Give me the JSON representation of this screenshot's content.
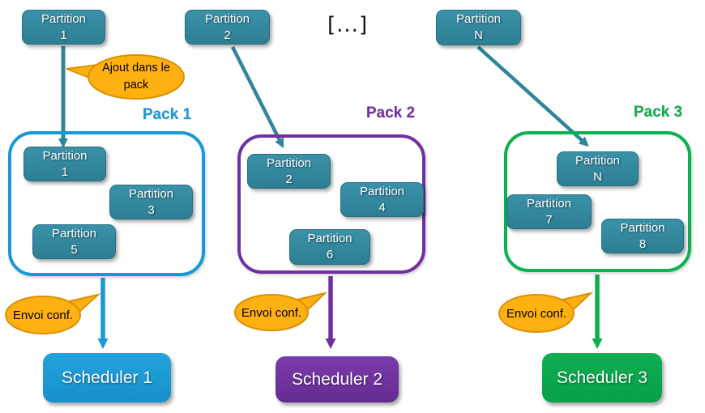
{
  "diagram": {
    "ellipsis": "[...]",
    "top_partitions": [
      {
        "name": "Partition",
        "id": "1"
      },
      {
        "name": "Partition",
        "id": "2"
      },
      {
        "name": "Partition",
        "id": "N"
      }
    ],
    "callouts": {
      "ajout": "Ajout dans le pack",
      "envoi": "Envoi conf."
    },
    "packs": [
      {
        "label": "Pack 1",
        "color": "#1899D6",
        "partitions": [
          {
            "name": "Partition",
            "id": "1"
          },
          {
            "name": "Partition",
            "id": "3"
          },
          {
            "name": "Partition",
            "id": "5"
          }
        ]
      },
      {
        "label": "Pack 2",
        "color": "#7030A0",
        "partitions": [
          {
            "name": "Partition",
            "id": "2"
          },
          {
            "name": "Partition",
            "id": "4"
          },
          {
            "name": "Partition",
            "id": "6"
          }
        ]
      },
      {
        "label": "Pack 3",
        "color": "#0CB04E",
        "partitions": [
          {
            "name": "Partition",
            "id": "N"
          },
          {
            "name": "Partition",
            "id": "7"
          },
          {
            "name": "Partition",
            "id": "8"
          }
        ]
      }
    ],
    "schedulers": [
      {
        "label": "Scheduler 1",
        "color": "#199CD8"
      },
      {
        "label": "Scheduler 2",
        "color": "#7030A0"
      },
      {
        "label": "Scheduler 3",
        "color": "#07A047"
      }
    ],
    "colors": {
      "partition_fill": "#31859B",
      "arrow_teal": "#31859B",
      "callout_fill": "#FFB112",
      "callout_border": "#DB9005"
    }
  }
}
